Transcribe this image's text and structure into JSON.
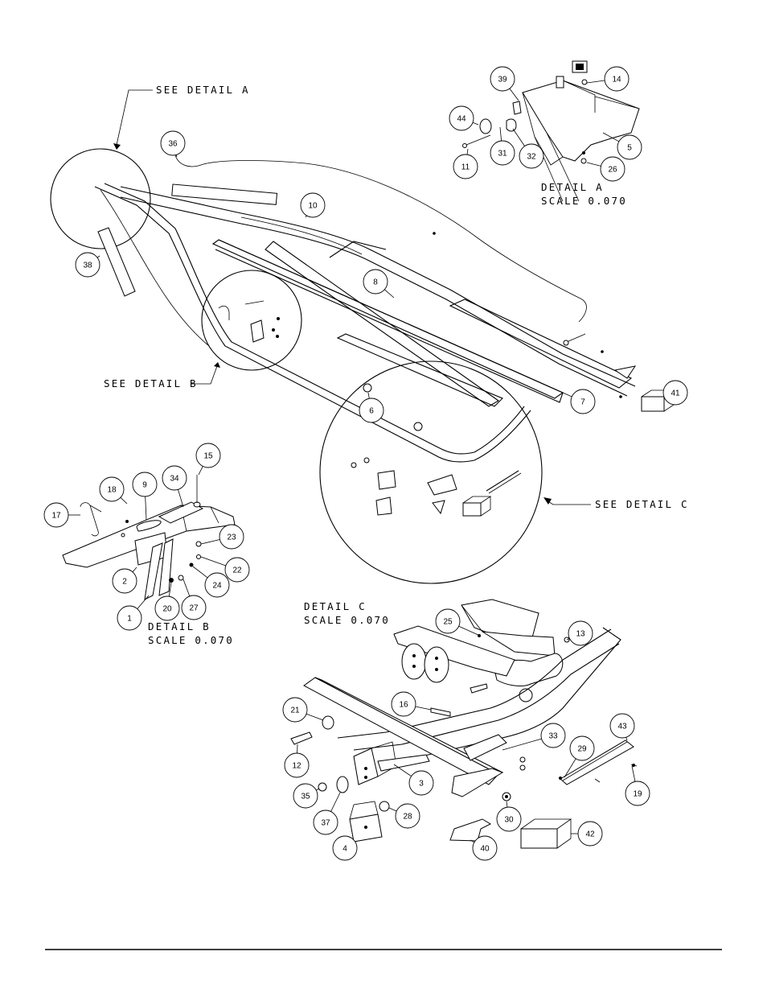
{
  "detail_labels": {
    "see_a": "SEE DETAIL  A",
    "see_b": "SEE DETAIL  B",
    "see_c": "SEE DETAIL  C",
    "detail_a_title": "DETAIL  A",
    "detail_a_scale": "SCALE  0.070",
    "detail_b_title": "DETAIL  B",
    "detail_b_scale": "SCALE  0.070",
    "detail_c_title": "DETAIL  C",
    "detail_c_scale": "SCALE  0.070"
  },
  "callouts": [
    {
      "id": "c39",
      "num": "39"
    },
    {
      "id": "c14",
      "num": "14"
    },
    {
      "id": "c44",
      "num": "44"
    },
    {
      "id": "c31",
      "num": "31"
    },
    {
      "id": "c32",
      "num": "32"
    },
    {
      "id": "c11",
      "num": "11"
    },
    {
      "id": "c5",
      "num": "5"
    },
    {
      "id": "c26",
      "num": "26"
    },
    {
      "id": "c36",
      "num": "36"
    },
    {
      "id": "c10",
      "num": "10"
    },
    {
      "id": "c38",
      "num": "38"
    },
    {
      "id": "c8",
      "num": "8"
    },
    {
      "id": "c7",
      "num": "7"
    },
    {
      "id": "c41",
      "num": "41"
    },
    {
      "id": "c6",
      "num": "6"
    },
    {
      "id": "c15",
      "num": "15"
    },
    {
      "id": "c18",
      "num": "18"
    },
    {
      "id": "c9",
      "num": "9"
    },
    {
      "id": "c34",
      "num": "34"
    },
    {
      "id": "c17",
      "num": "17"
    },
    {
      "id": "c23",
      "num": "23"
    },
    {
      "id": "c22",
      "num": "22"
    },
    {
      "id": "c2",
      "num": "2"
    },
    {
      "id": "c24",
      "num": "24"
    },
    {
      "id": "c20",
      "num": "20"
    },
    {
      "id": "c27",
      "num": "27"
    },
    {
      "id": "c1",
      "num": "1"
    },
    {
      "id": "c25",
      "num": "25"
    },
    {
      "id": "c13",
      "num": "13"
    },
    {
      "id": "c16",
      "num": "16"
    },
    {
      "id": "c21",
      "num": "21"
    },
    {
      "id": "c33",
      "num": "33"
    },
    {
      "id": "c43",
      "num": "43"
    },
    {
      "id": "c29",
      "num": "29"
    },
    {
      "id": "c12",
      "num": "12"
    },
    {
      "id": "c3",
      "num": "3"
    },
    {
      "id": "c19",
      "num": "19"
    },
    {
      "id": "c35",
      "num": "35"
    },
    {
      "id": "c37",
      "num": "37"
    },
    {
      "id": "c28",
      "num": "28"
    },
    {
      "id": "c30",
      "num": "30"
    },
    {
      "id": "c42",
      "num": "42"
    },
    {
      "id": "c4",
      "num": "4"
    },
    {
      "id": "c40",
      "num": "40"
    }
  ]
}
